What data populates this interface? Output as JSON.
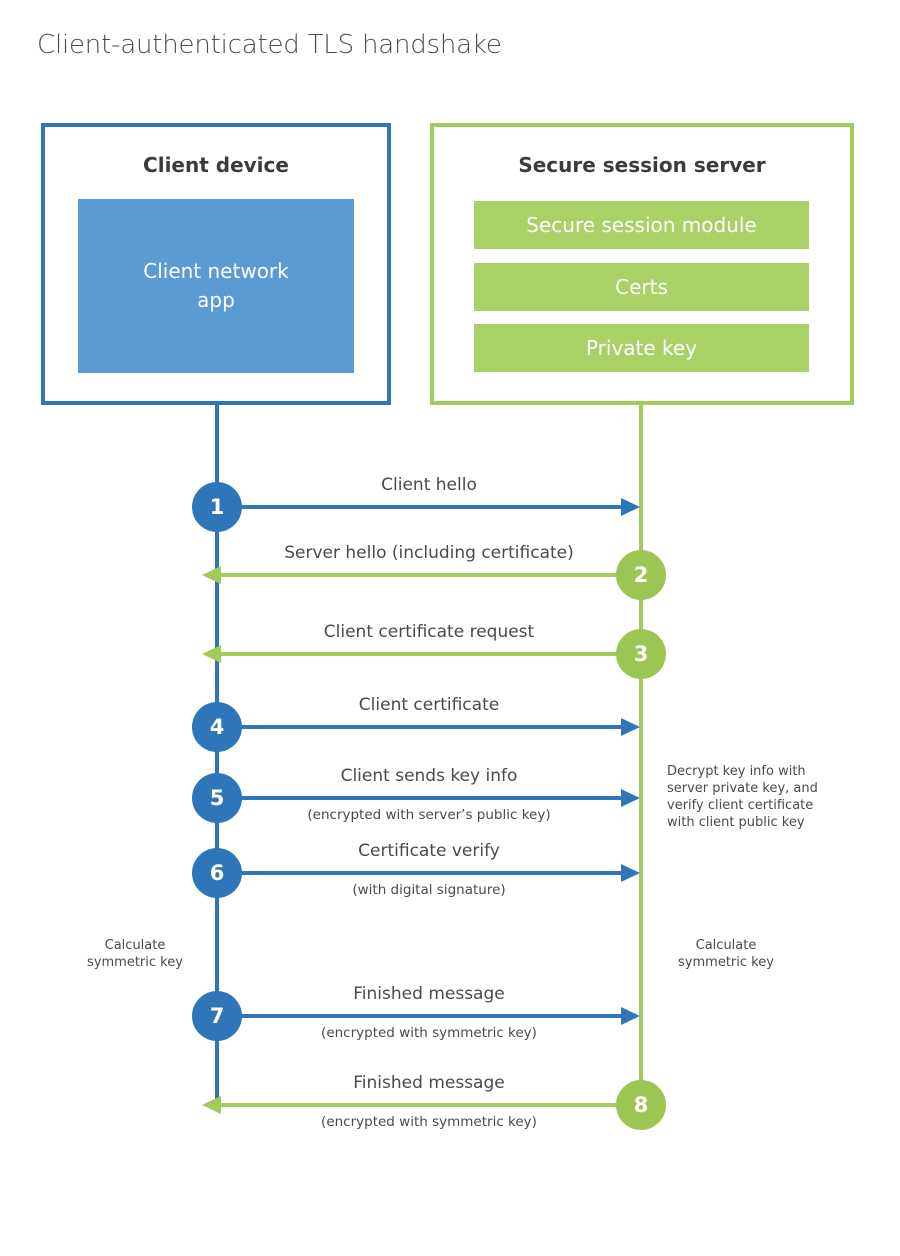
{
  "title": "Client-authenticated TLS handshake",
  "colors": {
    "blue": "#2e76b8",
    "blue_light": "#5b9bd3",
    "green": "#a2cc5a",
    "green_light": "#a9d168",
    "green_circle": "#9bc653",
    "text_dark": "#3b3b3b",
    "text": "#4a4a4a"
  },
  "client_box": {
    "title": "Client device",
    "app_label": "Client network\napp"
  },
  "server_box": {
    "title": "Secure session server",
    "modules": [
      "Secure session module",
      "Certs",
      "Private key"
    ]
  },
  "messages": [
    {
      "number": "1",
      "from": "client",
      "label": "Client hello",
      "sublabel": ""
    },
    {
      "number": "2",
      "from": "server",
      "label": "Server hello (including certificate)",
      "sublabel": ""
    },
    {
      "number": "3",
      "from": "server",
      "label": "Client certificate request",
      "sublabel": ""
    },
    {
      "number": "4",
      "from": "client",
      "label": "Client certificate",
      "sublabel": ""
    },
    {
      "number": "5",
      "from": "client",
      "label": "Client sends key info",
      "sublabel": "(encrypted with server’s public key)"
    },
    {
      "number": "6",
      "from": "client",
      "label": "Certificate verify",
      "sublabel": "(with digital signature)"
    },
    {
      "number": "7",
      "from": "client",
      "label": "Finished message",
      "sublabel": "(encrypted with symmetric key)"
    },
    {
      "number": "8",
      "from": "server",
      "label": "Finished message",
      "sublabel": "(encrypted with symmetric key)"
    }
  ],
  "annotations": {
    "server_note": "Decrypt key info with\nserver private key, and\nverify client certificate\nwith client public key",
    "calc_left": "Calculate\nsymmetric key",
    "calc_right": "Calculate\nsymmetric key"
  }
}
